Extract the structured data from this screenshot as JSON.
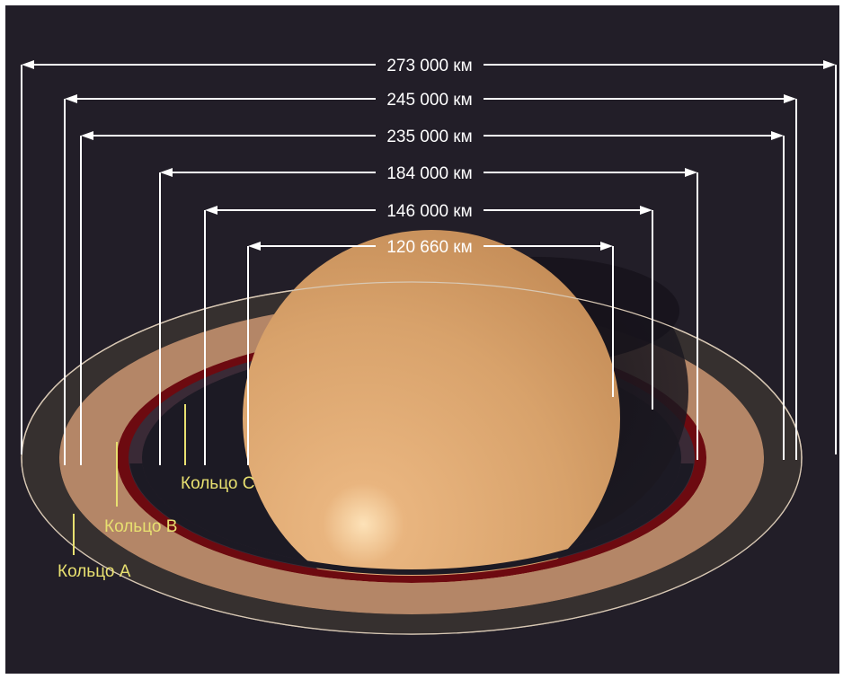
{
  "diagram": {
    "dimensions": [
      {
        "label": "273 000 км",
        "value_km": 273000
      },
      {
        "label": "245 000 км",
        "value_km": 245000
      },
      {
        "label": "235 000 км",
        "value_km": 235000
      },
      {
        "label": "184 000 км",
        "value_km": 184000
      },
      {
        "label": "146 000 км",
        "value_km": 146000
      },
      {
        "label": "120 660 км",
        "value_km": 120660
      }
    ],
    "rings": [
      {
        "label": "Кольцо A"
      },
      {
        "label": "Кольцо B"
      },
      {
        "label": "Кольцо C"
      }
    ],
    "colors": {
      "background": "#221e28",
      "planet": "#d9a76f",
      "ring_a": "#8a6a5a",
      "ring_b": "#b98a6c",
      "ring_dark": "#7a0a0a",
      "annotation": "#ffffff",
      "ring_label": "#e8e070"
    }
  }
}
